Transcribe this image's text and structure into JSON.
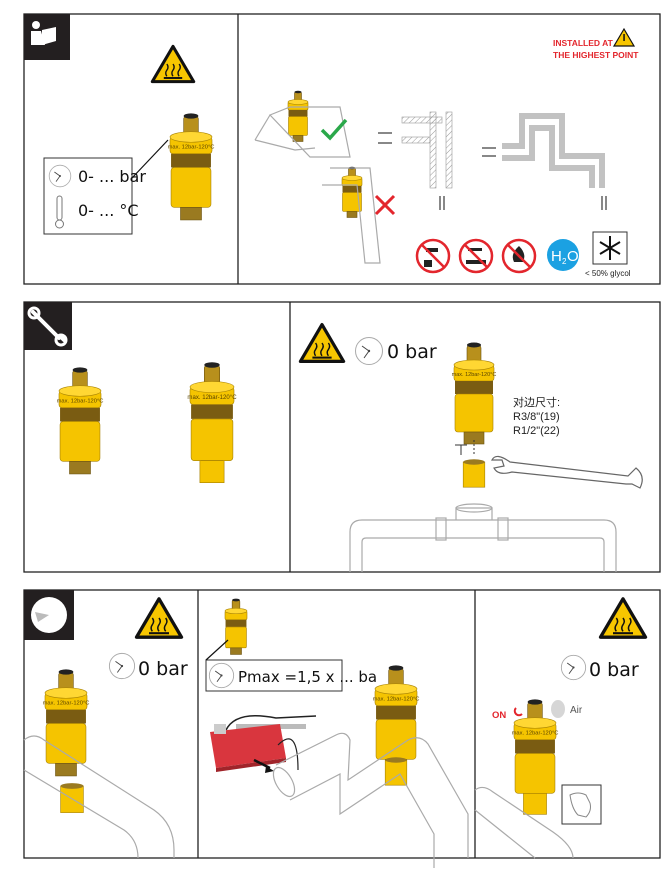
{
  "panel1": {
    "pressure_label": "0- ... bar",
    "temperature_label": "0- ... °C",
    "valve_marking": "max. 12bar-120°C",
    "warning_text_line1": "INSTALLED AT",
    "warning_text_line2": "THE HIGHEST POINT",
    "h2o_label": "H",
    "h2o_sub": "2",
    "h2o_o": "O",
    "glycol_label": "< 50% glycol",
    "icons": [
      "manual-reading-icon",
      "hot-surface-warning-icon",
      "gauge-icon",
      "thermometer-icon",
      "check-icon",
      "cross-icon",
      "no-drinking-water-icon",
      "no-corrosive-icon",
      "no-flammable-icon",
      "water-icon",
      "frost-icon",
      "warning-icon"
    ]
  },
  "panel2": {
    "pressure_label": "0 bar",
    "wrench_size_title": "对边尺寸:",
    "wrench_size_1": "R3/8\"(19)",
    "wrench_size_2": "R1/2\"(22)",
    "icons": [
      "wrench-icon",
      "hot-surface-warning-icon",
      "gauge-icon"
    ]
  },
  "panel3": {
    "pressure_label_left": "0 bar",
    "pmax_label": "Pmax =1,5 x ... ba",
    "pressure_label_right": "0 bar",
    "on_label": "ON",
    "air_label": "Air",
    "icons": [
      "clock-icon",
      "hot-surface-warning-icon",
      "gauge-icon",
      "pressure-pump-icon",
      "hand-icon"
    ]
  },
  "colors": {
    "valve_yellow": "#f5c400",
    "brass": "#b8901c",
    "warning_red": "#e3262d",
    "check_green": "#2aa84a",
    "water_blue": "#1ba1e2",
    "warning_yellow": "#f7c600"
  }
}
